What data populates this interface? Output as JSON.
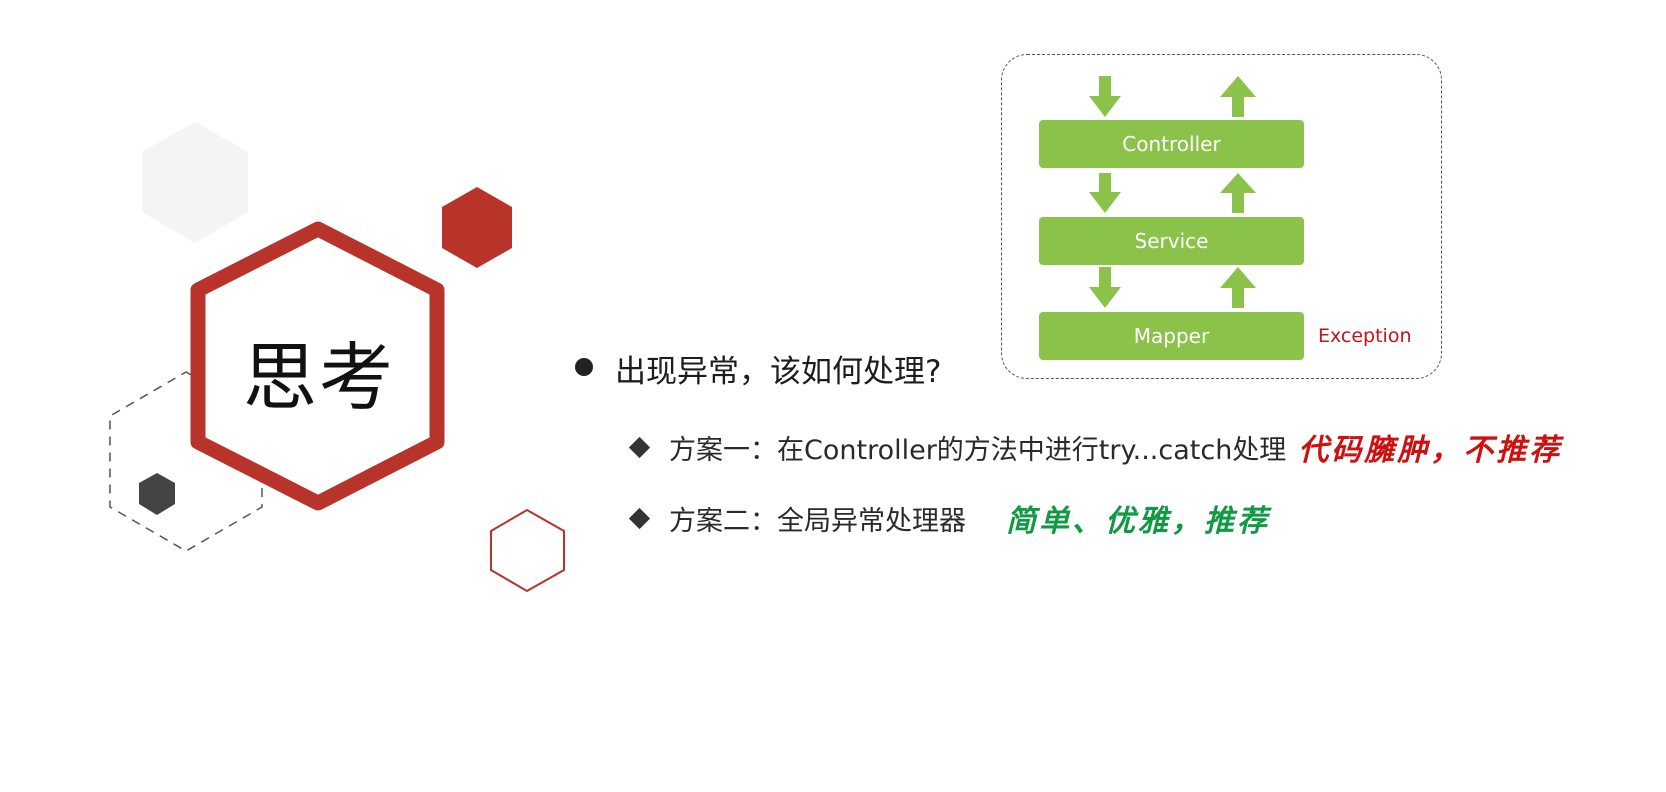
{
  "slide": {
    "title": "思考",
    "question": "出现异常，该如何处理?",
    "options": [
      {
        "label": "方案一：在Controller的方法中进行try...catch处理",
        "verdict": "代码臃肿，不推荐"
      },
      {
        "label": "方案二：全局异常处理器",
        "verdict": "简单、优雅，推荐"
      }
    ]
  },
  "diagram": {
    "layers": [
      "Controller",
      "Service",
      "Mapper"
    ],
    "exception_label": "Exception"
  },
  "colors": {
    "brand_red": "#b8342a",
    "layer_green": "#8bc34a",
    "bad_verdict": "#cc1111",
    "good_verdict": "#119944",
    "exception": "#c0161a"
  }
}
